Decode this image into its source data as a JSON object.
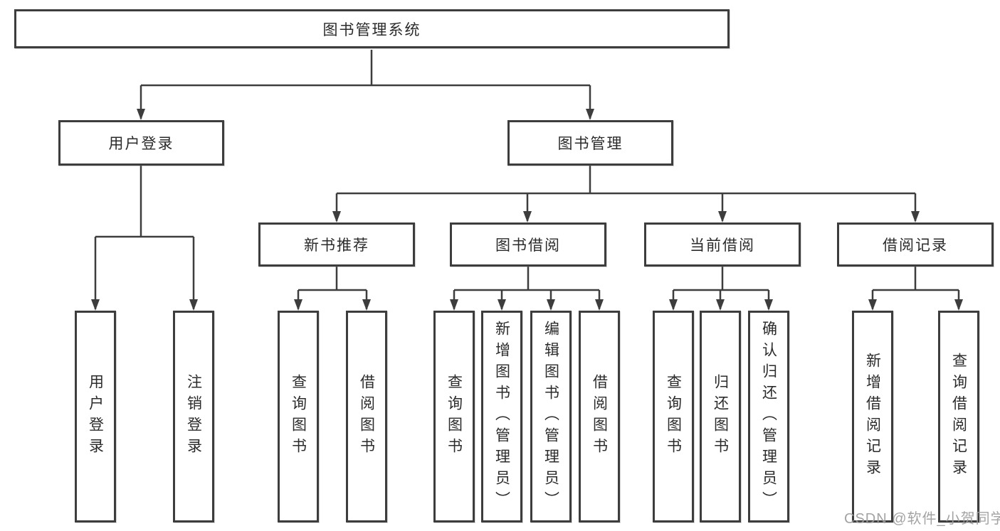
{
  "diagram": {
    "title": "图书管理系统",
    "level2": [
      {
        "label": "用户登录",
        "parent": "图书管理系统"
      },
      {
        "label": "图书管理",
        "parent": "图书管理系统"
      }
    ],
    "level3": [
      {
        "label": "新书推荐",
        "parent": "图书管理"
      },
      {
        "label": "图书借阅",
        "parent": "图书管理"
      },
      {
        "label": "当前借阅",
        "parent": "图书管理"
      },
      {
        "label": "借阅记录",
        "parent": "图书管理"
      }
    ],
    "leaves": [
      {
        "label": "用户登录",
        "parent": "用户登录"
      },
      {
        "label": "注销登录",
        "parent": "用户登录"
      },
      {
        "label": "查询图书",
        "parent": "新书推荐"
      },
      {
        "label": "借阅图书",
        "parent": "新书推荐"
      },
      {
        "label": "查询图书",
        "parent": "图书借阅"
      },
      {
        "label": "新增图书（管理员）",
        "parent": "图书借阅"
      },
      {
        "label": "编辑图书（管理员）",
        "parent": "图书借阅"
      },
      {
        "label": "借阅图书",
        "parent": "图书借阅"
      },
      {
        "label": "查询图书",
        "parent": "当前借阅"
      },
      {
        "label": "归还图书",
        "parent": "当前借阅"
      },
      {
        "label": "确认归还（管理员）",
        "parent": "当前借阅"
      },
      {
        "label": "新增借阅记录",
        "parent": "借阅记录"
      },
      {
        "label": "查询借阅记录",
        "parent": "借阅记录"
      }
    ]
  },
  "watermark": {
    "text": "CSDN @软件_小贺同学"
  },
  "colors": {
    "line": "#3d3d3d",
    "box_border": "#3d3d3d",
    "text": "#2b2b2b",
    "watermark": "#9e9e9e",
    "background": "#ffffff"
  }
}
